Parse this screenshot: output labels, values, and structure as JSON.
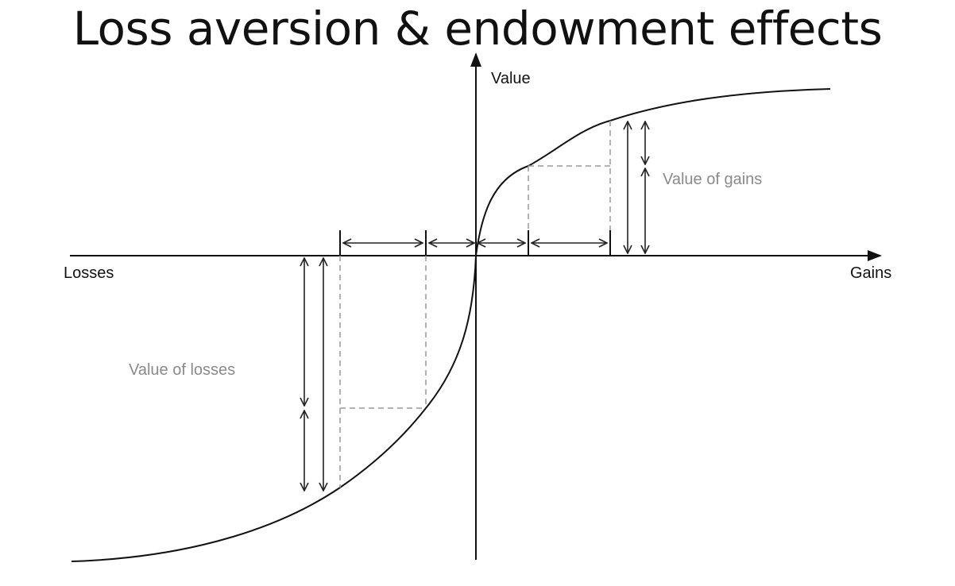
{
  "title": "Loss aversion & endowment effects",
  "labels": {
    "y_axis": "Value",
    "x_left": "Losses",
    "x_right": "Gains",
    "value_of_gains": "Value of gains",
    "value_of_losses": "Value of losses"
  }
}
